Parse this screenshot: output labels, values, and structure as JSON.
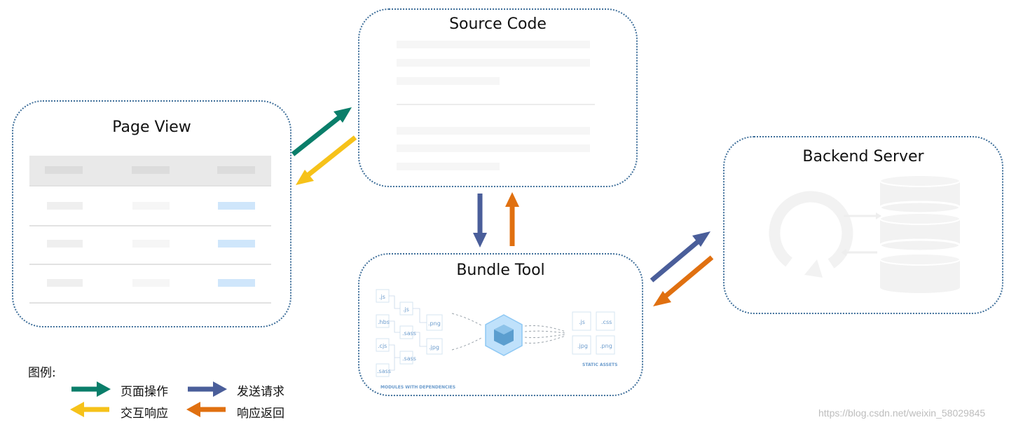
{
  "boxes": {
    "page_view": {
      "title": "Page View"
    },
    "source_code": {
      "title": "Source Code"
    },
    "bundle_tool": {
      "title": "Bundle Tool",
      "modules_caption": "MODULES WITH DEPENDENCIES",
      "assets_caption": "STATIC ASSETS",
      "module_labels": [
        ".js",
        ".js",
        ".hbs",
        ".png",
        ".cjs",
        ".sass",
        ".jpg",
        ".sass",
        ".sass"
      ],
      "asset_labels": [
        ".js",
        ".css",
        ".jpg",
        ".png"
      ]
    },
    "backend_server": {
      "title": "Backend Server"
    }
  },
  "legend": {
    "title": "图例:",
    "items": [
      {
        "label": "页面操作",
        "color": "#0a7e6a"
      },
      {
        "label": "发送请求",
        "color": "#4a5e9a"
      },
      {
        "label": "交互响应",
        "color": "#f6c21a"
      },
      {
        "label": "响应返回",
        "color": "#e07010"
      }
    ]
  },
  "colors": {
    "page_action": "#0a7e6a",
    "send_request": "#4a5e9a",
    "interaction_response": "#f6c21a",
    "response_return": "#e07010",
    "box_border": "#3f6f9a"
  },
  "watermark": "https://blog.csdn.net/weixin_58029845"
}
